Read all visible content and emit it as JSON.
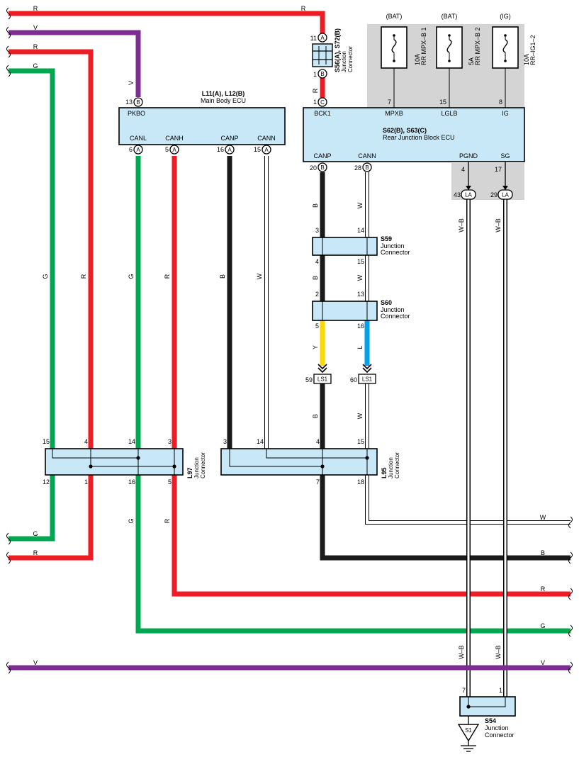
{
  "wire_colors": {
    "R": "#ee1c25",
    "V": "#7b2d90",
    "G": "#00a650",
    "B": "#1a1a1a",
    "W": "#ffffff",
    "Y": "#ffd800",
    "L": "#00a2e8"
  },
  "box_fill": "#c8e8f8",
  "gray_fill": "#d4d4d4",
  "components": {
    "main_ecu": {
      "name": "L11(A), L12(B)",
      "desc": "Main Body ECU",
      "pins": {
        "pkbo": {
          "num": "13",
          "conn": "B",
          "label": "PKBO"
        },
        "canl": {
          "num": "6",
          "conn": "A",
          "label": "CANL"
        },
        "canh": {
          "num": "5",
          "conn": "A",
          "label": "CANH"
        },
        "canp": {
          "num": "16",
          "conn": "A",
          "label": "CANP"
        },
        "cann": {
          "num": "15",
          "conn": "A",
          "label": "CANN"
        }
      }
    },
    "rear_ecu": {
      "name": "S62(B), S63(C)",
      "desc": "Rear Junction Block ECU",
      "pins": {
        "bck1": {
          "num": "1",
          "conn": "C",
          "label": "BCK1"
        },
        "mpxb": {
          "num": "7",
          "label": "MPXB"
        },
        "lglb": {
          "num": "15",
          "label": "LGLB"
        },
        "ig": {
          "num": "8",
          "label": "IG"
        },
        "canp": {
          "num": "20",
          "conn": "B",
          "label": "CANP"
        },
        "cann": {
          "num": "28",
          "conn": "B",
          "label": "CANN"
        },
        "pgnd": {
          "num": "4",
          "label": "PGND"
        },
        "sg": {
          "num": "17",
          "label": "SG"
        }
      }
    },
    "fuses": [
      {
        "source": "(BAT)",
        "rating": "10A",
        "name": "RR MPX–B 1"
      },
      {
        "source": "(BAT)",
        "rating": "5A",
        "name": "RR MPX–B 2"
      },
      {
        "source": "(IG)",
        "rating": "10A",
        "name": "RR–IG1–2"
      }
    ],
    "s56": {
      "name": "S56(A), S72(B)",
      "desc1": "Junction",
      "desc2": "Connector",
      "pin_top": "11",
      "conn_top": "A",
      "pin_bot": "1",
      "conn_bot": "B"
    },
    "s59": {
      "name": "S59",
      "desc1": "Junction",
      "desc2": "Connector",
      "pins_top": [
        "3",
        "14"
      ],
      "pins_bot": [
        "4",
        "15"
      ]
    },
    "s60": {
      "name": "S60",
      "desc1": "Junction",
      "desc2": "Connector",
      "pins_top": [
        "2",
        "13"
      ],
      "pins_bot": [
        "5",
        "16"
      ]
    },
    "ls1": {
      "code": "LS1",
      "pins": [
        "59",
        "60"
      ]
    },
    "la": {
      "code": "LA",
      "pins": [
        "43",
        "29"
      ]
    },
    "l97": {
      "name": "L97",
      "desc1": "Junction",
      "desc2": "Connector",
      "pins_top": [
        "15",
        "4",
        "14",
        "3"
      ],
      "pins_bot": [
        "12",
        "1",
        "16",
        "5"
      ]
    },
    "l95": {
      "name": "L95",
      "desc1": "Junction",
      "desc2": "Connector",
      "pins_top": [
        "3",
        "14",
        "4",
        "15"
      ],
      "pins_bot": [
        "7",
        "18"
      ]
    },
    "s54": {
      "name": "S54",
      "desc1": "Junction",
      "desc2": "Connector",
      "pins": [
        "7",
        "1"
      ]
    },
    "ground": {
      "code": "S1"
    }
  },
  "wire_labels": {
    "R": "R",
    "V": "V",
    "G": "G",
    "B": "B",
    "W": "W",
    "Y": "Y",
    "L": "L",
    "WB": "W–B"
  }
}
